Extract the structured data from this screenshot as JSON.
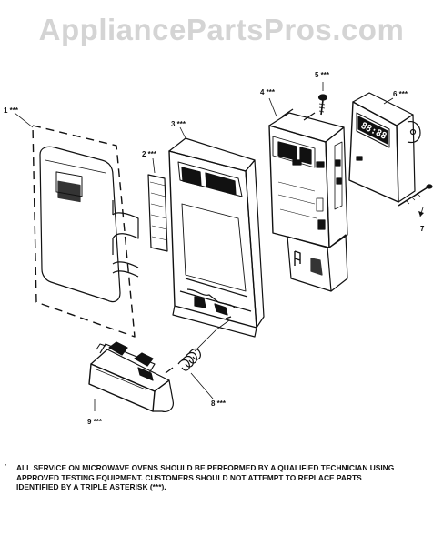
{
  "watermark": "AppliancePartsPros.com",
  "callouts": {
    "c1": "1 ***",
    "c2": "2 ***",
    "c3": "3 ***",
    "c4": "4 ***",
    "c5": "5 ***",
    "c6": "6 ***",
    "c7": "7",
    "c8": "8 ***",
    "c9": "9 ***"
  },
  "display_readout": "88:88",
  "notice": {
    "marker": "'",
    "lines": [
      "ALL SERVICE ON MICROWAVE OVENS SHOULD BE PERFORMED BY A  QUALIFIED TECHNICIAN USING",
      "APPROVED TESTING EQUIPMENT.  CUSTOMERS SHOULD NOT ATTEMPT TO REPLACE PARTS",
      "IDENTIFIED BY A TRIPLE ASTERISK (***)."
    ]
  }
}
